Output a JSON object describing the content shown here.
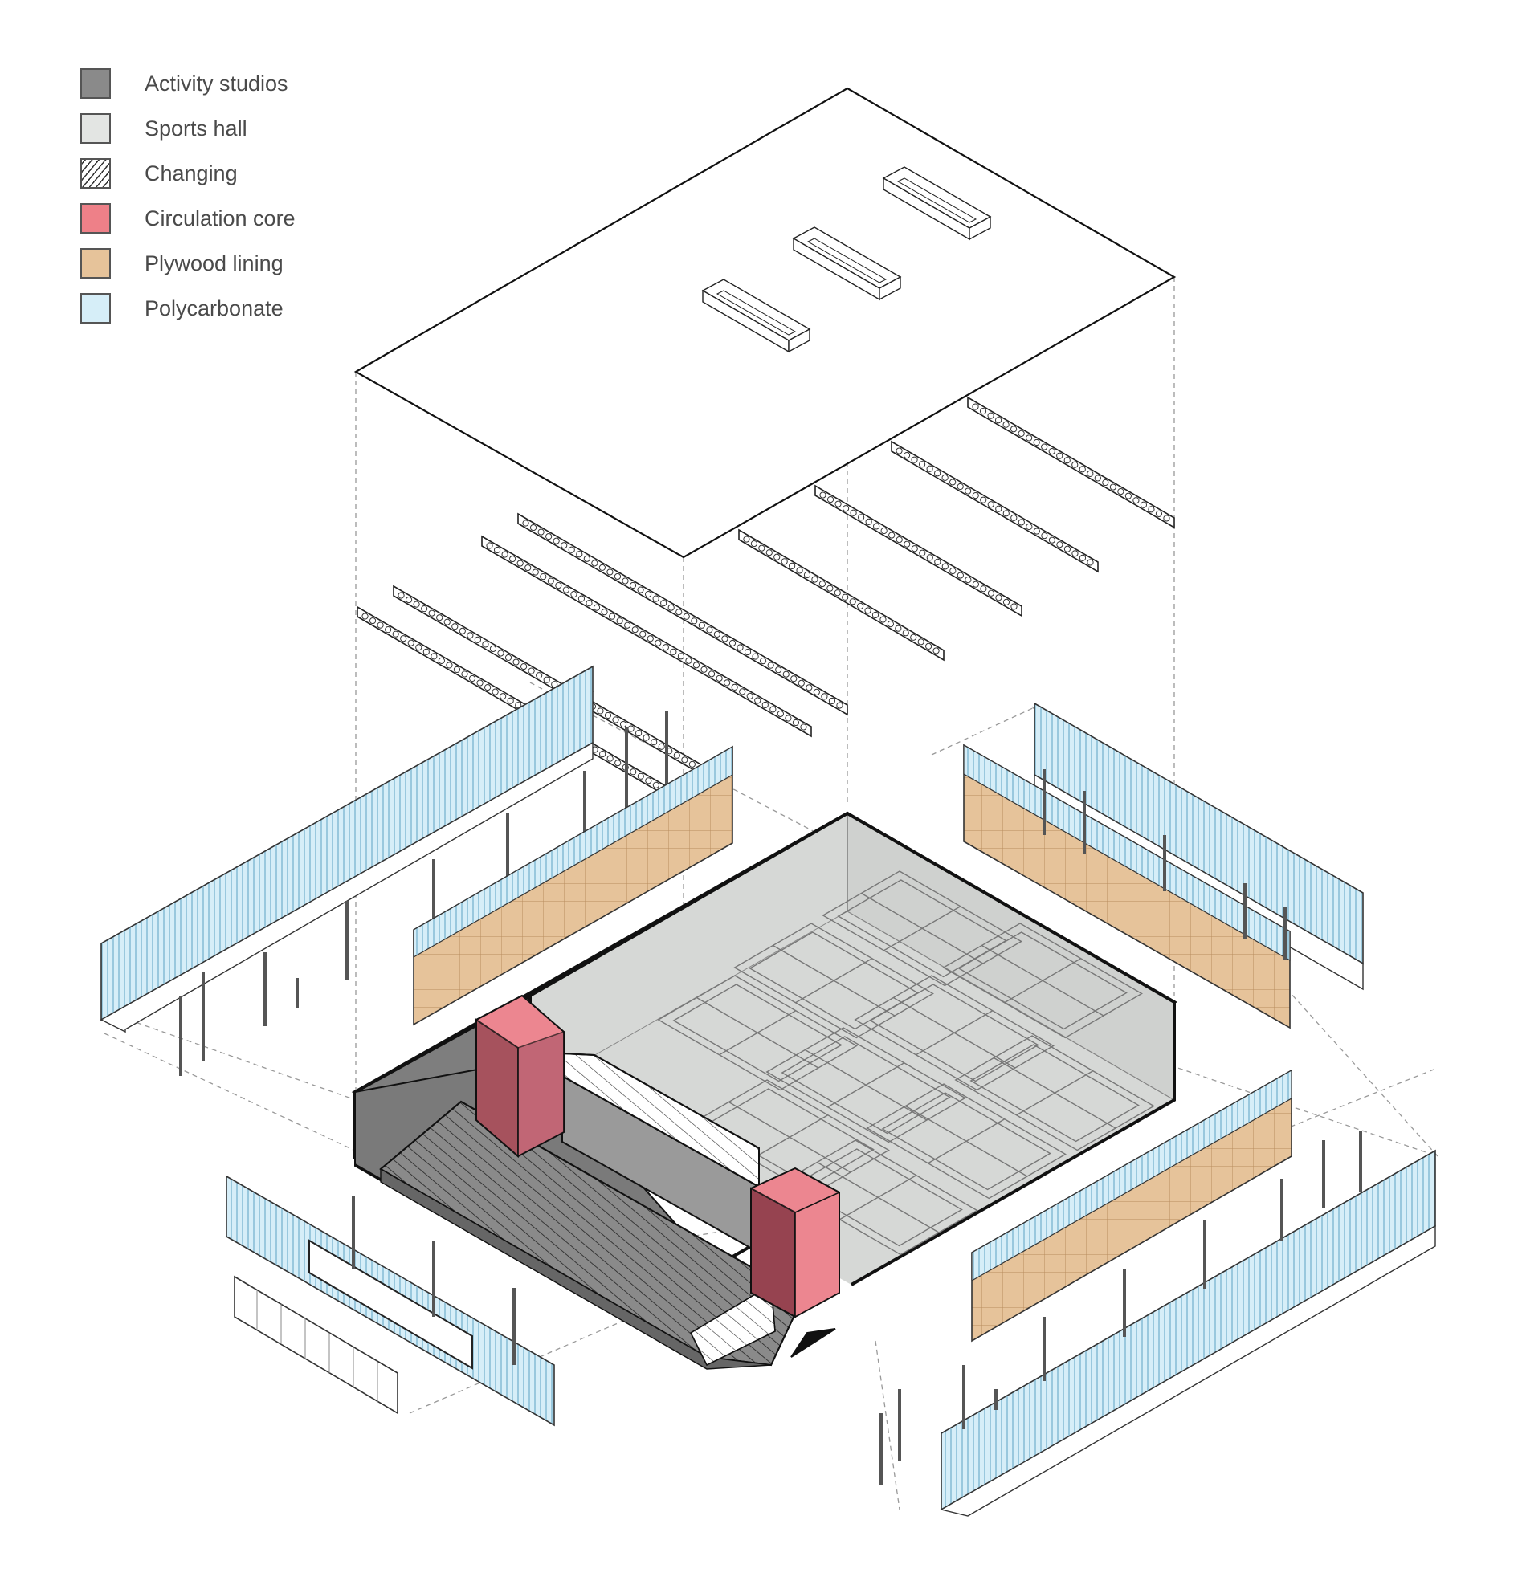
{
  "legend": {
    "items": [
      {
        "label": "Activity studios",
        "color": "#8a8a8a",
        "pattern": "solid"
      },
      {
        "label": "Sports hall",
        "color": "#e3e5e3",
        "pattern": "solid"
      },
      {
        "label": "Changing",
        "color": "#ffffff",
        "pattern": "hatch"
      },
      {
        "label": "Circulation core",
        "color": "#ee8088",
        "pattern": "solid"
      },
      {
        "label": "Plywood lining",
        "color": "#e6c39a",
        "pattern": "solid"
      },
      {
        "label": "Polycarbonate",
        "color": "#d6eef8",
        "pattern": "solid"
      }
    ]
  },
  "colors": {
    "line": "#111111",
    "dash": "#888888",
    "polycarbonate_stripe": "#8ec3da",
    "plywood_grid": "#c9a476",
    "hall_floor": "#d8dad8",
    "studio": "#7a7a7a",
    "core": "#e07a84"
  },
  "icons": {
    "entrance": "entrance-arrow-icon"
  }
}
